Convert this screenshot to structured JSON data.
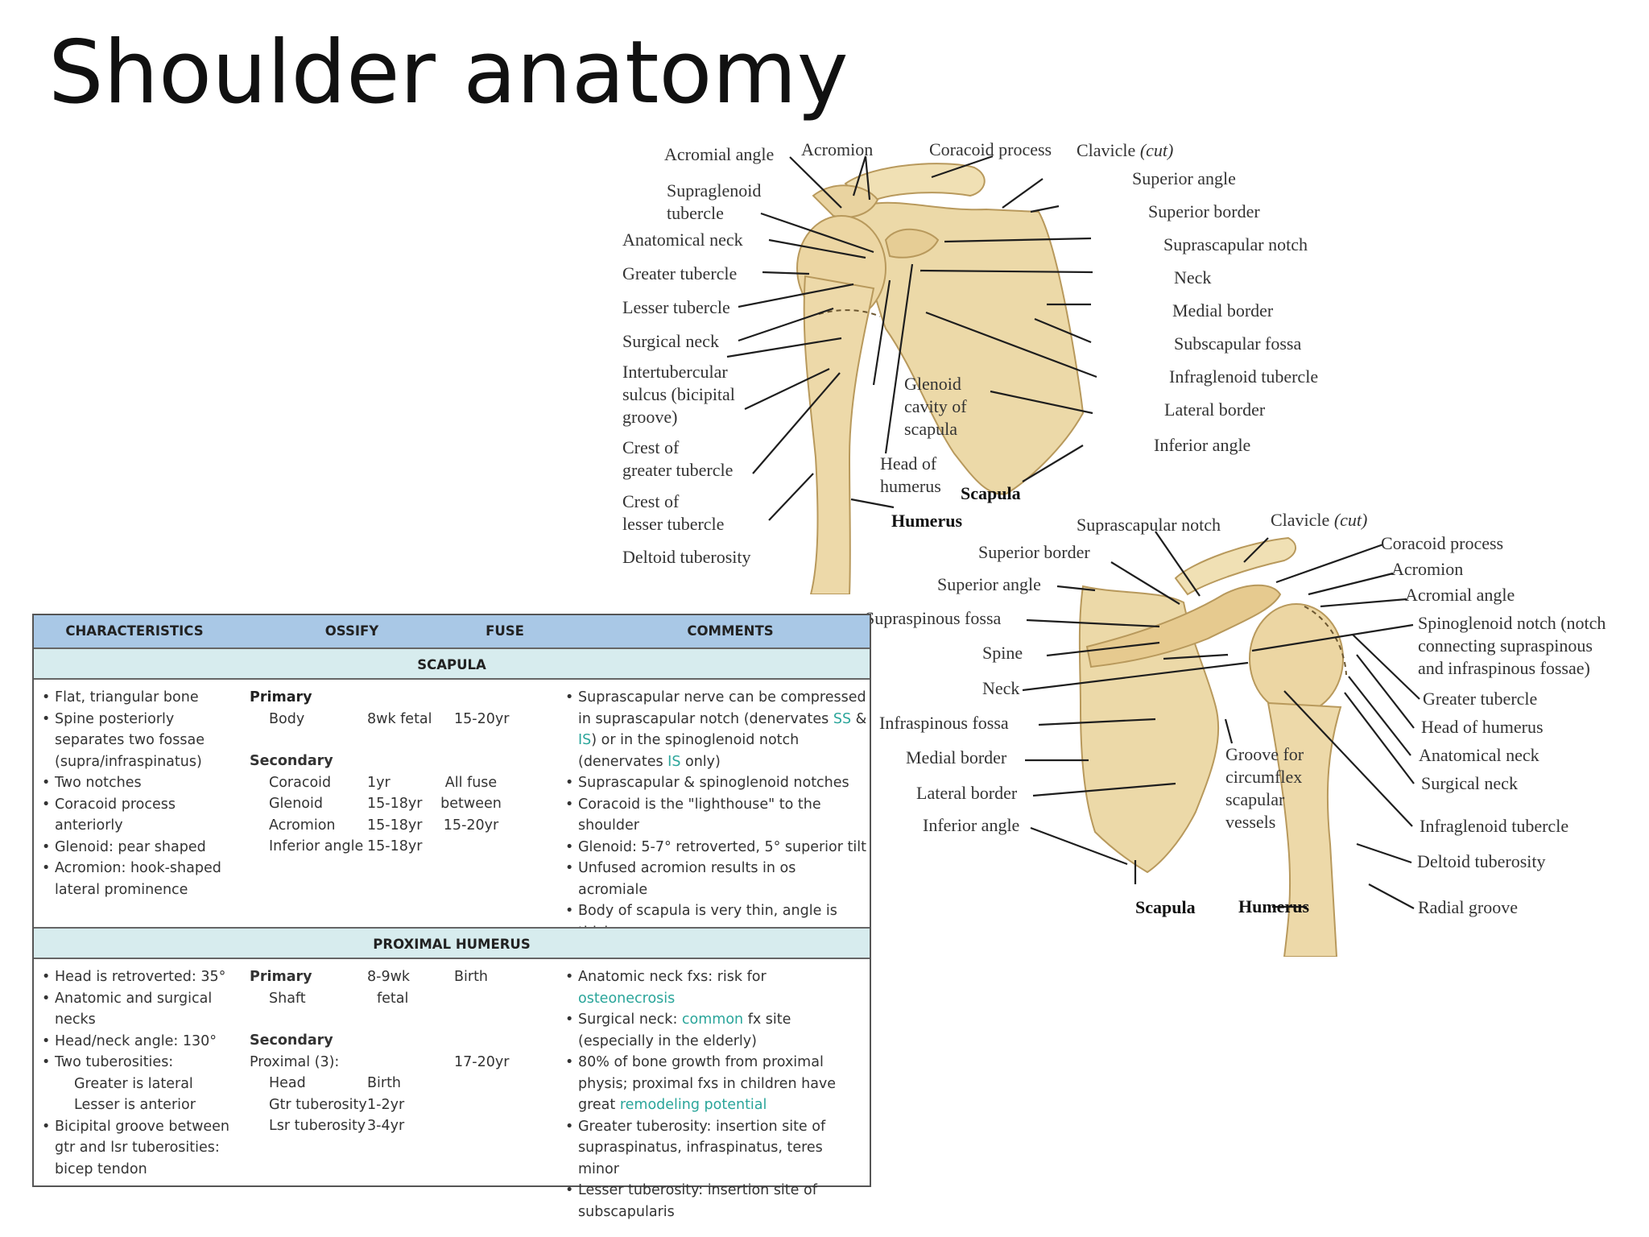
{
  "slide": {
    "title": "Shoulder anatomy"
  },
  "anterior_figure": {
    "labels": {
      "acromial_angle": "Acromial angle",
      "acromion": "Acromion",
      "coracoid_process": "Coracoid process",
      "clavicle": "Clavicle",
      "clavicle_cut": "(cut)",
      "supraglenoid": "Supraglenoid\ntubercle",
      "anatomical_neck": "Anatomical neck",
      "greater_tubercle": "Greater tubercle",
      "lesser_tubercle": "Lesser tubercle",
      "surgical_neck": "Surgical neck",
      "intertubercular": "Intertubercular\nsulcus (bicipital\ngroove)",
      "crest_greater": "Crest of\ngreater tubercle",
      "crest_lesser": "Crest of\nlesser tubercle",
      "deltoid_tuberosity": "Deltoid tuberosity",
      "glenoid": "Glenoid\ncavity of\nscapula",
      "head_humerus": "Head of\nhumerus",
      "scapula": "Scapula",
      "humerus": "Humerus",
      "superior_angle": "Superior angle",
      "superior_border": "Superior border",
      "suprascapular_notch": "Suprascapular notch",
      "neck": "Neck",
      "medial_border": "Medial border",
      "subscapular_fossa": "Subscapular fossa",
      "infraglenoid": "Infraglenoid tubercle",
      "lateral_border": "Lateral border",
      "inferior_angle": "Inferior angle"
    }
  },
  "posterior_figure": {
    "labels": {
      "suprascapular_notch": "Suprascapular notch",
      "clavicle": "Clavicle",
      "clavicle_cut": "(cut)",
      "coracoid_process": "Coracoid process",
      "acromion": "Acromion",
      "acromial_angle": "Acromial angle",
      "superior_border": "Superior border",
      "superior_angle": "Superior angle",
      "supraspinous_fossa": "Supraspinous fossa",
      "spine": "Spine",
      "neck": "Neck",
      "infraspinous_fossa": "Infraspinous fossa",
      "medial_border": "Medial border",
      "lateral_border": "Lateral border",
      "inferior_angle": "Inferior angle",
      "spinoglenoid": "Spinoglenoid notch (notch\nconnecting supraspinous\nand infraspinous fossae)",
      "greater_tubercle": "Greater tubercle",
      "head_humerus": "Head of humerus",
      "anatomical_neck": "Anatomical neck",
      "surgical_neck": "Surgical neck",
      "infraglenoid": "Infraglenoid tubercle",
      "deltoid_tuberosity": "Deltoid tuberosity",
      "radial_groove": "Radial groove",
      "groove_circumflex": "Groove for\ncircumflex\nscapular\nvessels",
      "scapula": "Scapula",
      "humerus": "Humerus"
    }
  },
  "table": {
    "headers": {
      "characteristics": "CHARACTERISTICS",
      "ossify": "OSSIFY",
      "fuse": "FUSE",
      "comments": "COMMENTS"
    },
    "scapula": {
      "section_title": "SCAPULA",
      "characteristics": [
        "Flat, triangular bone",
        "Spine posteriorly separates two fossae (supra/infraspinatus)",
        "Two notches",
        "Coracoid process anteriorly",
        "Glenoid: pear shaped",
        "Acromion: hook-shaped lateral prominence"
      ],
      "primary_label": "Primary",
      "primary_rows": [
        {
          "site": "Body",
          "ossify": "8wk fetal",
          "fuse": "15-20yr"
        }
      ],
      "secondary_label": "Secondary",
      "secondary_rows": [
        {
          "site": "Coracoid",
          "ossify": "1yr"
        },
        {
          "site": "Glenoid",
          "ossify": "15-18yr"
        },
        {
          "site": "Acromion",
          "ossify": "15-18yr"
        },
        {
          "site": "Inferior angle",
          "ossify": "15-18yr"
        }
      ],
      "secondary_fuse": [
        "All fuse",
        "between",
        "15-20yr"
      ],
      "comments": {
        "c1_a": "Suprascapular nerve can be compressed in suprascapular notch (denervates ",
        "c1_ss": "SS",
        "c1_amp": " & ",
        "c1_is1": "IS",
        "c1_b": ") or in the spinoglenoid notch (denervates ",
        "c1_is2": "IS",
        "c1_c": " only)",
        "c2": "Suprascapular & spinoglenoid notches",
        "c3": "Coracoid is the \"lighthouse\" to the shoulder",
        "c4": "Glenoid: 5-7° retroverted, 5° superior tilt",
        "c5": "Unfused acromion results in os acromiale",
        "c6": "Body of scapula is very thin, angle is thicker"
      }
    },
    "humerus": {
      "section_title": "PROXIMAL HUMERUS",
      "characteristics": [
        "Head is retroverted: 35°",
        "Anatomic and surgical necks",
        "Head/neck angle: 130°",
        "Two tuberosities:"
      ],
      "tuberosity_sub": [
        "Greater is lateral",
        "Lesser is anterior"
      ],
      "characteristics_last": "Bicipital groove between gtr and lsr tuberosities: bicep tendon",
      "primary_label": "Primary",
      "primary_site": "Shaft",
      "primary_ossify": "8-9wk",
      "primary_ossify_2": "fetal",
      "primary_fuse": "Birth",
      "secondary_label": "Secondary",
      "secondary_intro": "Proximal (3):",
      "secondary_fuse": "17-20yr",
      "secondary_rows": [
        {
          "site": "Head",
          "ossify": "Birth"
        },
        {
          "site": "Gtr tuberosity",
          "ossify": "1-2yr"
        },
        {
          "site": "Lsr tuberosity",
          "ossify": "3-4yr"
        }
      ],
      "comments": {
        "c1_a": "Anatomic neck fxs: risk for ",
        "c1_g": "osteonecrosis",
        "c2_a": "Surgical neck: ",
        "c2_g": "common",
        "c2_b": " fx site (especially in the elderly)",
        "c3_a": "80% of bone growth from proximal physis; proximal fxs in children have great ",
        "c3_g": "remodeling potential",
        "c4": "Greater tuberosity: insertion site of supraspinatus, infraspinatus, teres minor",
        "c5": "Lesser tuberosity: insertion site of subscapularis"
      }
    }
  }
}
